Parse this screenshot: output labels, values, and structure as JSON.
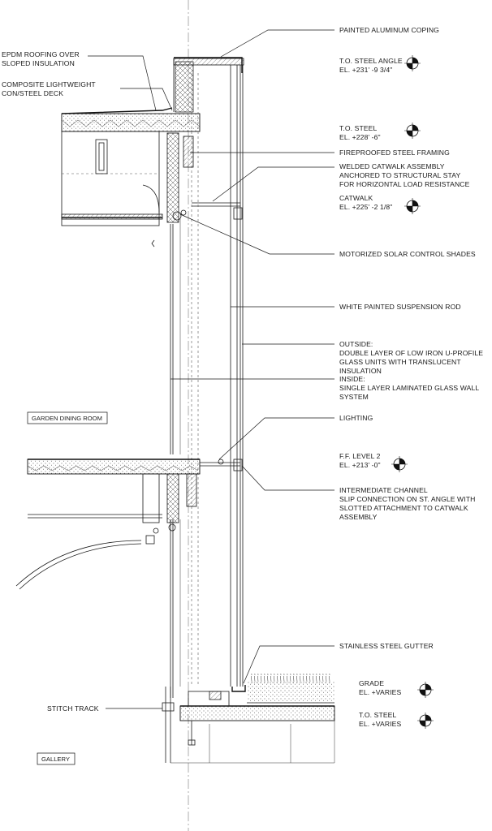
{
  "labels": {
    "coping": "PAINTED ALUMINUM COPING",
    "epdm_1": "EPDM ROOFING OVER",
    "epdm_2": "SLOPED INSULATION",
    "deck_1": "COMPOSITE LIGHTWEIGHT",
    "deck_2": "CON/STEEL DECK",
    "fireproofed": "FIREPROOFED STEEL FRAMING",
    "catwalk_assembly_1": "WELDED CATWALK ASSEMBLY",
    "catwalk_assembly_2": "ANCHORED TO STRUCTURAL STAY",
    "catwalk_assembly_3": "FOR HORIZONTAL LOAD RESISTANCE",
    "shades": "MOTORIZED SOLAR CONTROL SHADES",
    "rod": "WHITE PAINTED SUSPENSION ROD",
    "outside_1": "OUTSIDE:",
    "outside_2": "DOUBLE LAYER OF LOW IRON U-PROFILE",
    "outside_3": "GLASS UNITS WITH TRANSLUCENT",
    "outside_4": "INSULATION",
    "inside_1": "INSIDE:",
    "inside_2": "SINGLE LAYER LAMINATED GLASS WALL",
    "inside_3": "SYSTEM",
    "lighting": "LIGHTING",
    "channel_1": "INTERMEDIATE CHANNEL",
    "channel_2": "SLIP CONNECTION ON ST. ANGLE WITH",
    "channel_3": "SLOTTED ATTACHMENT TO CATWALK",
    "channel_4": "ASSEMBLY",
    "gutter": "STAINLESS STEEL GUTTER",
    "stitch_track": "STITCH TRACK"
  },
  "elevations": {
    "to_steel_angle": {
      "name": "T.O. STEEL ANGLE",
      "value": "EL. +231' -9 3/4\""
    },
    "to_steel_top": {
      "name": "T.O. STEEL",
      "value": "EL. +228' -6\""
    },
    "catwalk": {
      "name": "CATWALK",
      "value": "EL. +225' -2 1/8\""
    },
    "ff_level_2": {
      "name": "F.F. LEVEL 2",
      "value": "EL. +213' -0\""
    },
    "grade": {
      "name": "GRADE",
      "value": "EL. +VARIES"
    },
    "to_steel_bottom": {
      "name": "T.O. STEEL",
      "value": "EL. +VARIES"
    }
  },
  "rooms": {
    "garden_dining": "GARDEN DINING ROOM",
    "gallery": "GALLERY"
  }
}
